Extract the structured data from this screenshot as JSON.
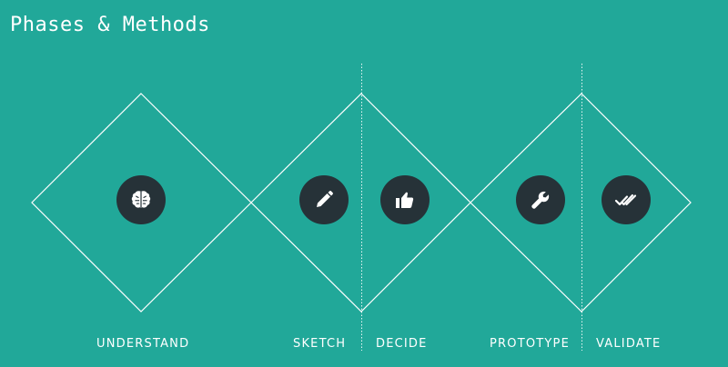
{
  "title": "Phases & Methods",
  "colors": {
    "background": "#21a899",
    "icon_circle": "#263238",
    "line": "#ffffff"
  },
  "phases": [
    {
      "label": "UNDERSTAND",
      "icon": "brain-icon"
    },
    {
      "label": "SKETCH",
      "icon": "pencil-icon"
    },
    {
      "label": "DECIDE",
      "icon": "thumbs-up-icon"
    },
    {
      "label": "PROTOTYPE",
      "icon": "wrench-icon"
    },
    {
      "label": "VALIDATE",
      "icon": "double-check-icon"
    }
  ]
}
